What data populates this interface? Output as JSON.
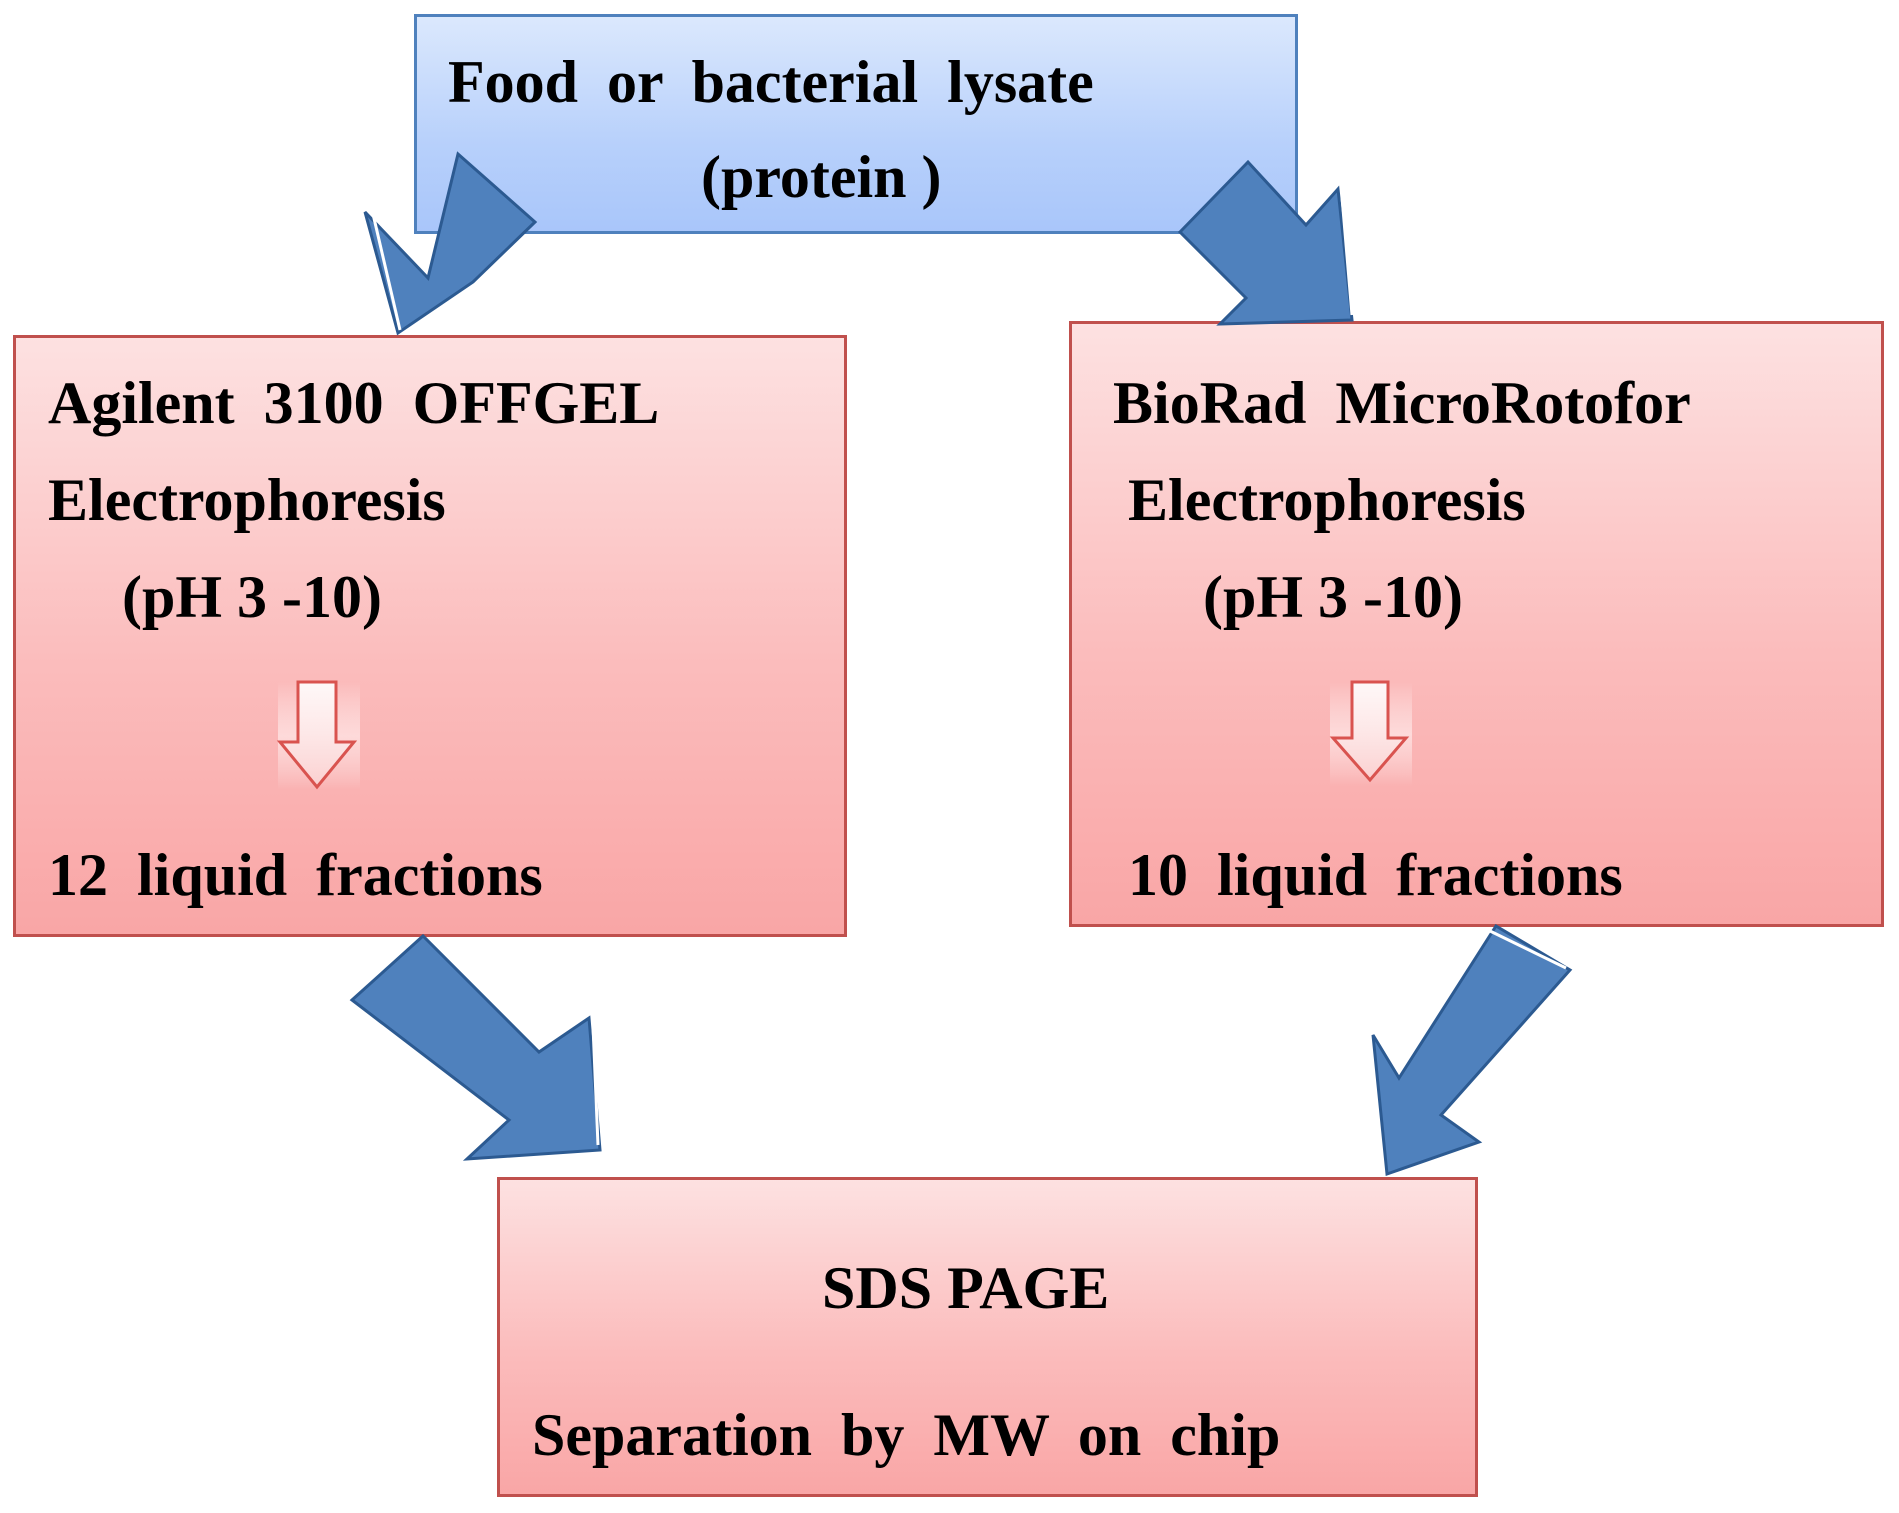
{
  "source": {
    "line1": "Food or  bacterial  lysate",
    "line2": "(protein )"
  },
  "left_method": {
    "line1": "Agilent  3100 OFFGEL",
    "line2": "Electrophoresis",
    "line3": "(pH 3 -10)",
    "result": "12 liquid  fractions"
  },
  "right_method": {
    "line1": "BioRad  MicroRotofor",
    "line2": "Electrophoresis",
    "line3": "(pH 3 -10)",
    "result": "10 liquid  fractions"
  },
  "final_step": {
    "title": "SDS PAGE",
    "subtitle": "Separation  by MW on chip"
  },
  "colors": {
    "arrow_fill": "#4f81bd",
    "arrow_stroke": "#2c5a91",
    "blue_border": "#4f81bd",
    "red_border": "#c0504d",
    "small_arrow_stroke": "#d9534f"
  }
}
